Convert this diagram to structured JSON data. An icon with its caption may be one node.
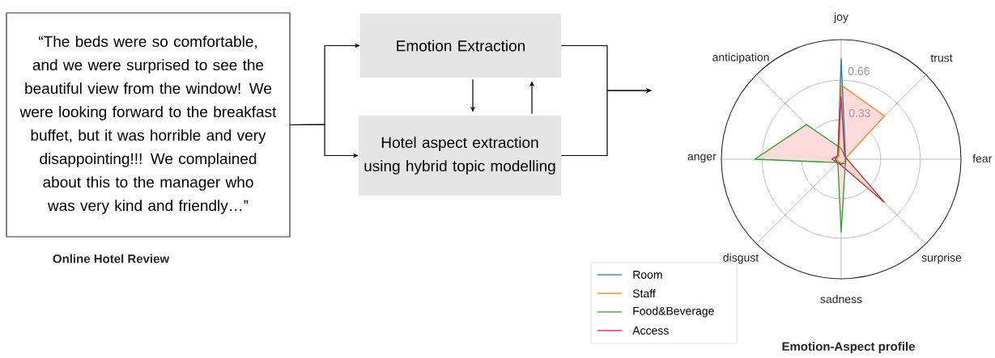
{
  "diagram": {
    "nodes": [
      {
        "text": [
          "“The beds were so comfortable, and we were surprised to see the beautiful view from the window! We were looking forward to the breakfast buffet, but it was horrible and very disappointing!!! We complained about this to the manager who was very kind and friendly…”"
        ]
      },
      {
        "text": [
          "Emotion Extraction"
        ]
      },
      {
        "text": [
          "Hotel aspect extraction using hybrid topic modelling"
        ]
      }
    ],
    "edges": [
      {
        "from": 0,
        "to": 1,
        "arrow": "to"
      },
      {
        "from": 0,
        "to": 2,
        "arrow": "to"
      },
      {
        "from": 1,
        "to": 2,
        "arrow": "to"
      },
      {
        "from": 2,
        "to": 1,
        "arrow": "to"
      },
      {
        "from": 1,
        "to": null,
        "arrow": "to"
      },
      {
        "from": 2,
        "to": null,
        "arrow": "to"
      }
    ],
    "labels": [
      "joy",
      "trust",
      "fear",
      "surprise",
      "sadness",
      "disgust",
      "anger",
      "anticipation",
      "0.66",
      "0.33",
      "Online Hotel Review",
      "Emotion-Aspect profile"
    ],
    "legend": [
      {
        "text": "Room"
      },
      {
        "text": "Staff"
      },
      {
        "text": "Food&Beverage"
      },
      {
        "text": "Access"
      }
    ]
  }
}
